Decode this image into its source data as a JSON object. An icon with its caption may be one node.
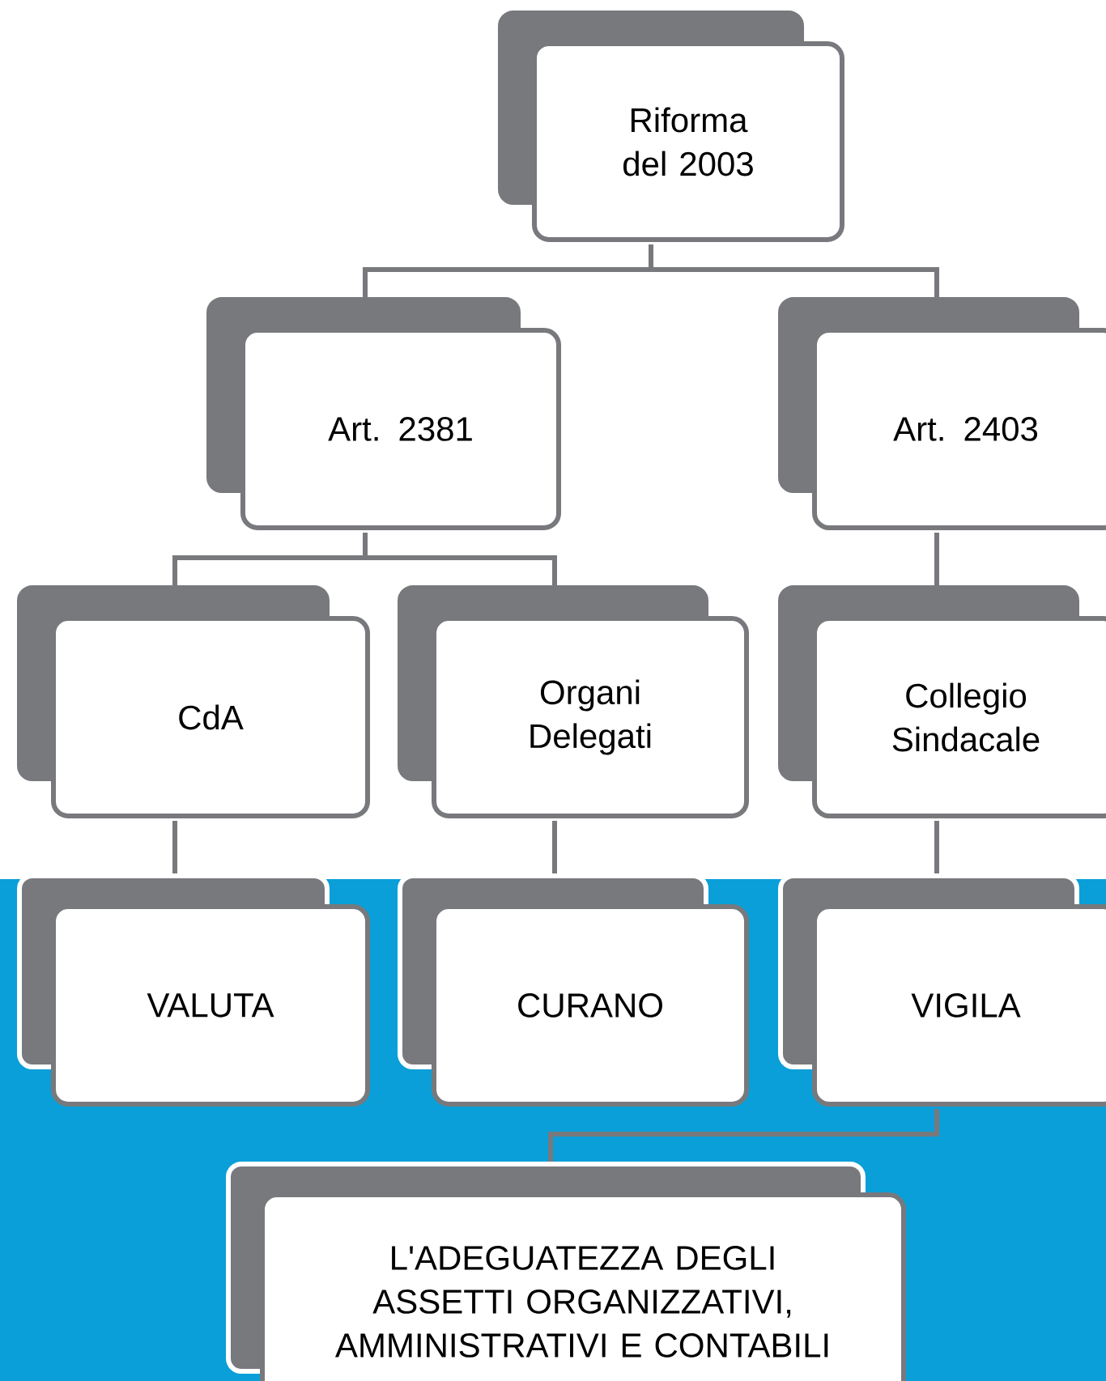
{
  "diagram": {
    "nodes": [
      {
        "text": [
          "Riforma del 2003"
        ]
      },
      {
        "text": [
          "Art. 2381"
        ]
      },
      {
        "text": [
          "Art. 2403"
        ]
      },
      {
        "text": [
          "CdA"
        ]
      },
      {
        "text": [
          "Organi Delegati"
        ]
      },
      {
        "text": [
          "Collegio Sindacale"
        ]
      },
      {
        "text": [
          "VALUTA"
        ]
      },
      {
        "text": [
          "CURANO"
        ]
      },
      {
        "text": [
          "VIGILA"
        ]
      },
      {
        "text": [
          "L'ADEGUATEZZA DEGLI ASSETTI ORGANIZZATIVI, AMMINISTRATIVI E CONTABILI"
        ]
      }
    ],
    "edges": [
      {
        "from": 0,
        "to": 1,
        "arrow": "none"
      },
      {
        "from": 0,
        "to": 2,
        "arrow": "none"
      },
      {
        "from": 1,
        "to": 3,
        "arrow": "none"
      },
      {
        "from": 1,
        "to": 4,
        "arrow": "none"
      },
      {
        "from": 2,
        "to": 5,
        "arrow": "none"
      },
      {
        "from": 3,
        "to": 6,
        "arrow": "none"
      },
      {
        "from": 4,
        "to": 7,
        "arrow": "none"
      },
      {
        "from": 5,
        "to": 8,
        "arrow": "none"
      },
      {
        "from": 8,
        "to": 9,
        "arrow": "none"
      }
    ]
  }
}
